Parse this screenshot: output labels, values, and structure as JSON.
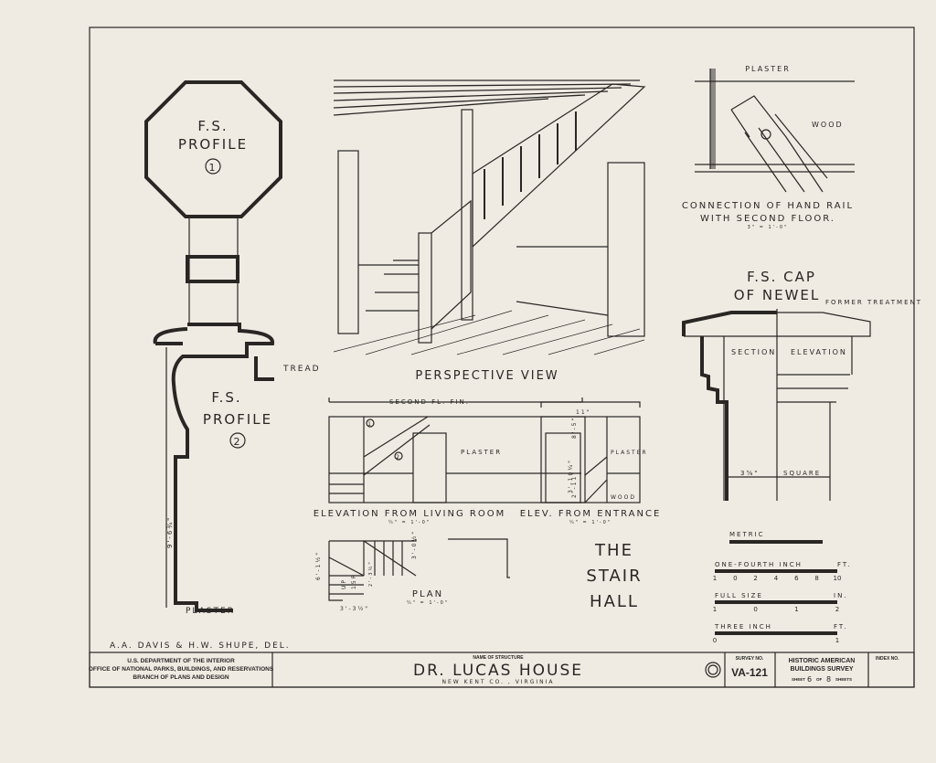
{
  "sheet": {
    "profile1": {
      "title_line1": "F.S.",
      "title_line2": "PROFILE",
      "number": "1"
    },
    "profile2": {
      "title_line1": "F.S.",
      "title_line2": "PROFILE",
      "number": "2",
      "tread_label": "TREAD",
      "plaster_label": "PLASTER",
      "dimension": "9'-6¾\""
    },
    "perspective": {
      "title": "PERSPECTIVE VIEW"
    },
    "elevation_living": {
      "title": "ELEVATION FROM LIVING ROOM",
      "scale": "¼\" = 1'-0\"",
      "top_label": "SECOND FL. FIN.",
      "plaster_label": "PLASTER",
      "dim_top": "11\"",
      "dim_height": "8'-5\"",
      "dim_dado": "2'-11\"",
      "mark1": "1",
      "mark2": "2"
    },
    "elevation_entrance": {
      "title": "ELEV. FROM ENTRANCE",
      "scale": "¼\" = 1'-0\"",
      "plaster_label": "PLASTER",
      "wood_label": "WOOD",
      "dim": "3'-10¼\""
    },
    "plan": {
      "title": "PLAN",
      "scale": "¼\" = 1'-0\"",
      "dim_left": "6'-1½\"",
      "dim_bottom": "3'-3½\"",
      "dim_right": "3'-0½\"",
      "dim_small": "2'-3½\"",
      "up_label": "UP",
      "steps": "15R"
    },
    "stair_hall": {
      "line1": "THE",
      "line2": "STAIR",
      "line3": "HALL"
    },
    "connection": {
      "plaster_label": "PLASTER",
      "wood_label": "WOOD",
      "title_line1": "CONNECTION OF HAND RAIL",
      "title_line2": "WITH SECOND FLOOR.",
      "scale": "3\" = 1'-0\""
    },
    "newel_cap": {
      "title_line1": "F.S. CAP",
      "title_line2": "OF NEWEL",
      "former_label": "FORMER TREATMENT",
      "section_label": "SECTION",
      "elevation_label": "ELEVATION",
      "dim_label": "3⅝\"",
      "square_label": "SQUARE"
    },
    "scales": {
      "metric": "METRIC",
      "quarter_inch": {
        "label": "ONE-FOURTH INCH",
        "unit": "FT.",
        "ticks": [
          "1",
          "0",
          "2",
          "4",
          "6",
          "8",
          "10"
        ]
      },
      "full_size": {
        "label": "FULL SIZE",
        "unit": "IN.",
        "ticks": [
          "1",
          "0",
          "1",
          "2"
        ]
      },
      "three_inch": {
        "label": "THREE INCH",
        "unit": "FT.",
        "ticks": [
          "0",
          "1"
        ]
      }
    },
    "delineators": "A.A. DAVIS & H.W. SHUPE, DEL."
  },
  "title_block": {
    "agency_line1": "U.S. DEPARTMENT OF THE INTERIOR",
    "agency_line2": "OFFICE OF NATIONAL PARKS, BUILDINGS, AND RESERVATIONS",
    "agency_line3": "BRANCH OF PLANS AND DESIGN",
    "name_label": "NAME OF STRUCTURE",
    "structure_name": "DR. LUCAS HOUSE",
    "location": "NEW KENT CO. , VIRGINIA",
    "survey_label": "SURVEY NO.",
    "survey_no": "VA-121",
    "habs_line1": "HISTORIC AMERICAN",
    "habs_line2": "BUILDINGS SURVEY",
    "sheet_word": "SHEET",
    "sheet_no": "6",
    "of_word": "OF",
    "sheet_total": "8",
    "sheets_word": "SHEETS",
    "index_label": "INDEX NO."
  }
}
